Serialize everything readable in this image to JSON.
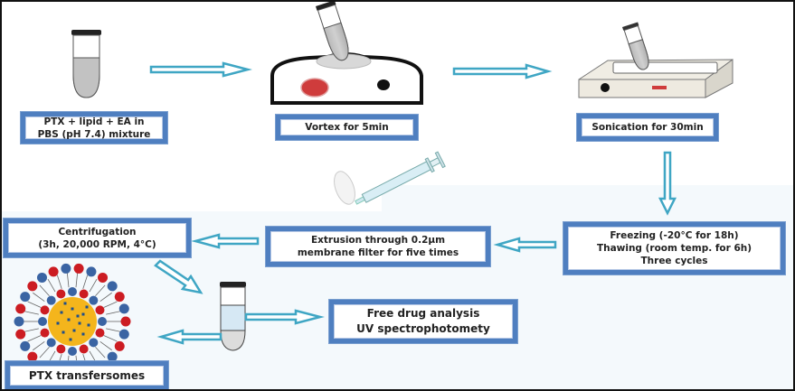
{
  "figure": {
    "title": "PTX transfersome preparation process flow",
    "colors": {
      "box_border": "#4f7fc0",
      "arrow": "#3fa6c4",
      "lipid_head_red": "#cc1c22",
      "lipid_head_blue": "#3a64a3",
      "core_yellow": "#f4b51c",
      "button_red": "#cf3c3c",
      "tube_fill_gray": "#c2c2c2",
      "tube_fill_blue": "#d6e8f4"
    },
    "steps": [
      {
        "id": "mixture",
        "lines": [
          "PTX + lipid + EA in",
          "PBS (pH 7.4) mixture"
        ],
        "icon": "tube-icon"
      },
      {
        "id": "vortex",
        "lines": [
          "Vortex for 5min"
        ],
        "icon": "vortex-mixer-icon"
      },
      {
        "id": "sonication",
        "lines": [
          "Sonication for 30min"
        ],
        "icon": "sonicator-icon"
      },
      {
        "id": "freeze-thaw",
        "lines": [
          "Freezing (-20°C for 18h)",
          "Thawing (room temp. for 6h)",
          "Three cycles"
        ],
        "icon": ""
      },
      {
        "id": "extrusion",
        "lines": [
          "Extrusion through 0.2µm",
          "membrane filter for five times"
        ],
        "icon": "syringe-filter-icon"
      },
      {
        "id": "centrifugation",
        "lines": [
          "Centrifugation",
          "(3h, 20,000 RPM, 4°C)"
        ],
        "icon": ""
      },
      {
        "id": "free-drug",
        "lines": [
          "Free drug analysis",
          "UV spectrophotomety"
        ],
        "icon": ""
      },
      {
        "id": "product",
        "lines": [
          "PTX transfersomes"
        ],
        "icon": "transfersome-icon"
      }
    ],
    "flow": [
      [
        "mixture",
        "vortex"
      ],
      [
        "vortex",
        "sonication"
      ],
      [
        "sonication",
        "freeze-thaw"
      ],
      [
        "freeze-thaw",
        "extrusion"
      ],
      [
        "extrusion",
        "centrifugation"
      ],
      [
        "centrifugation",
        "centrifuge-tube"
      ],
      [
        "centrifuge-tube",
        "free-drug"
      ],
      [
        "centrifuge-tube",
        "product"
      ]
    ]
  }
}
